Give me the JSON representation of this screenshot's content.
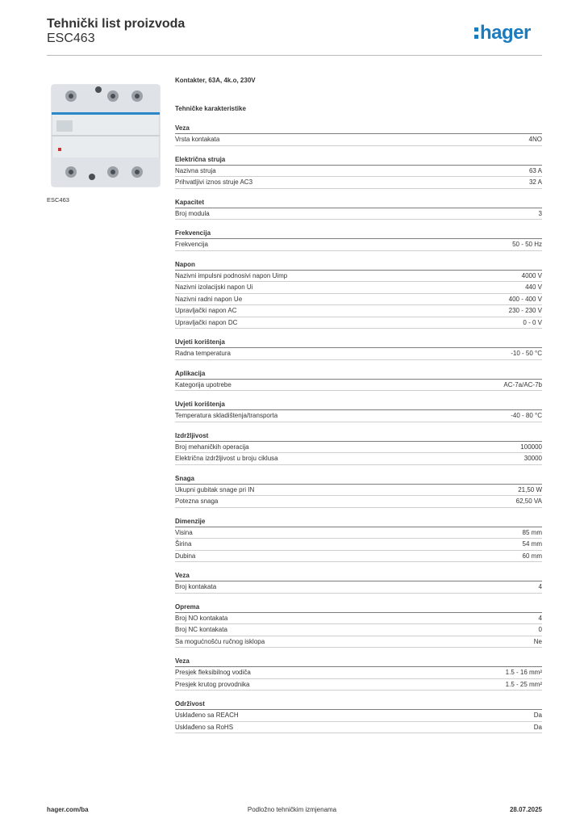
{
  "header": {
    "title": "Tehnički list proizvoda",
    "product_code": "ESC463",
    "logo_text": "hager",
    "logo_color": "#1b7bbf"
  },
  "product": {
    "image_caption": "ESC463",
    "short_description": "Kontakter, 63A, 4k.o, 230V"
  },
  "tech_heading": "Tehničke karakteristike",
  "sections": [
    {
      "title": "Veza",
      "rows": [
        {
          "label": "Vrsta kontakata",
          "value": "4NO"
        }
      ]
    },
    {
      "title": "Električna struja",
      "rows": [
        {
          "label": "Nazivna struja",
          "value": "63 A"
        },
        {
          "label": "Prihvatljivi iznos struje AC3",
          "value": "32 A"
        }
      ]
    },
    {
      "title": "Kapacitet",
      "rows": [
        {
          "label": "Broj modula",
          "value": "3"
        }
      ]
    },
    {
      "title": "Frekvencija",
      "rows": [
        {
          "label": "Frekvencija",
          "value": "50 - 50 Hz"
        }
      ]
    },
    {
      "title": "Napon",
      "rows": [
        {
          "label": "Nazivni impulsni podnosivi napon Uimp",
          "value": "4000 V"
        },
        {
          "label": "Nazivni izolacijski napon Ui",
          "value": "440 V"
        },
        {
          "label": "Nazivni radni napon Ue",
          "value": "400 - 400 V"
        },
        {
          "label": "Upravljački napon AC",
          "value": "230 - 230 V"
        },
        {
          "label": "Upravljački napon DC",
          "value": "0 - 0 V"
        }
      ]
    },
    {
      "title": "Uvjeti korištenja",
      "rows": [
        {
          "label": "Radna temperatura",
          "value": "-10 - 50 °C"
        }
      ]
    },
    {
      "title": "Aplikacija",
      "rows": [
        {
          "label": "Kategorija upotrebe",
          "value": "AC-7a/AC-7b"
        }
      ]
    },
    {
      "title": "Uvjeti korištenja",
      "rows": [
        {
          "label": "Temperatura skladištenja/transporta",
          "value": "-40 - 80 °C"
        }
      ]
    },
    {
      "title": "Izdržljivost",
      "rows": [
        {
          "label": "Broj mehaničkih operacija",
          "value": "100000"
        },
        {
          "label": "Električna izdržljivost u broju ciklusa",
          "value": "30000"
        }
      ]
    },
    {
      "title": "Snaga",
      "rows": [
        {
          "label": "Ukupni gubitak snage pri IN",
          "value": "21,50 W"
        },
        {
          "label": "Potezna snaga",
          "value": "62,50 VA"
        }
      ]
    },
    {
      "title": "Dimenzije",
      "rows": [
        {
          "label": "Visina",
          "value": "85 mm"
        },
        {
          "label": "Širina",
          "value": "54 mm"
        },
        {
          "label": "Dubina",
          "value": "60 mm"
        }
      ]
    },
    {
      "title": "Veza",
      "rows": [
        {
          "label": "Broj kontakata",
          "value": "4"
        }
      ]
    },
    {
      "title": "Oprema",
      "rows": [
        {
          "label": "Broj NO kontakata",
          "value": "4"
        },
        {
          "label": "Broj NC kontakata",
          "value": "0"
        },
        {
          "label": "Sa mogućnošću ručnog isklopa",
          "value": "Ne"
        }
      ]
    },
    {
      "title": "Veza",
      "rows": [
        {
          "label": "Presjek fleksibilnog vodiča",
          "value": "1.5 - 16 mm²"
        },
        {
          "label": "Presjek krutog provodnika",
          "value": "1.5 - 25 mm²"
        }
      ]
    },
    {
      "title": "Održivost",
      "rows": [
        {
          "label": "Usklađeno sa REACH",
          "value": "Da"
        },
        {
          "label": "Usklađeno sa RoHS",
          "value": "Da"
        }
      ]
    }
  ],
  "footer": {
    "website": "hager.com/ba",
    "notice": "Podložno tehničkim izmjenama",
    "date": "28.07.2025"
  }
}
